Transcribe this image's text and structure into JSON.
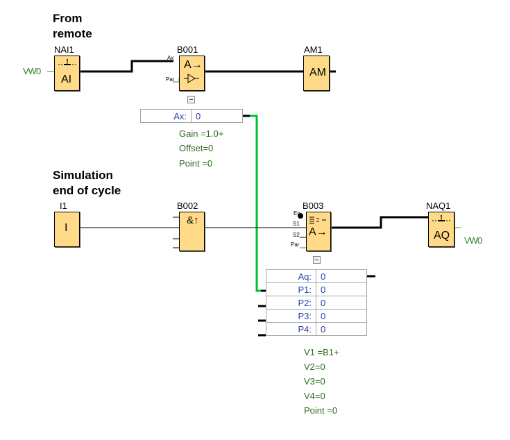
{
  "headings": {
    "from_remote": "From\nremote",
    "from_remote_l1": "From",
    "from_remote_l2": "remote",
    "simulation_l1": "Simulation",
    "simulation_l2": "end of cycle"
  },
  "colors": {
    "block_fill": "#ffda88",
    "wire": "#000000",
    "link_wire": "#00c030",
    "param_text": "#2e6b1f",
    "table_text": "#2a3fb0"
  },
  "blocks": {
    "nai1": {
      "name": "NAI1",
      "text": "AI",
      "icon": "analog-input-icon",
      "io": "VW0"
    },
    "b001": {
      "name": "B001",
      "text": "A→",
      "icon": "amplifier-icon",
      "pins": [
        "Ax",
        "Par"
      ]
    },
    "am1": {
      "name": "AM1",
      "text": "AM"
    },
    "i1": {
      "name": "I1",
      "text": "I"
    },
    "b002": {
      "name": "B002",
      "text": "&↑"
    },
    "b003": {
      "name": "B003",
      "text": "A→",
      "icon": "math-list-icon",
      "pins": [
        "En",
        "S1",
        "S2",
        "Par"
      ]
    },
    "naq1": {
      "name": "NAQ1",
      "text": "AQ",
      "icon": "analog-output-icon",
      "io": "VW0"
    }
  },
  "b001_params": {
    "table": [
      {
        "key": "Ax:",
        "value": "0"
      }
    ],
    "lines": [
      "Gain  =1.0+",
      "Offset=0",
      "Point =0"
    ]
  },
  "b003_params": {
    "table": [
      {
        "key": "Aq:",
        "value": "0"
      },
      {
        "key": "P1:",
        "value": "0"
      },
      {
        "key": "P2:",
        "value": "0"
      },
      {
        "key": "P3:",
        "value": "0"
      },
      {
        "key": "P4:",
        "value": "0"
      }
    ],
    "lines": [
      "V1  =B1+",
      "V2=0",
      "V3=0",
      "V4=0",
      "Point =0"
    ]
  }
}
